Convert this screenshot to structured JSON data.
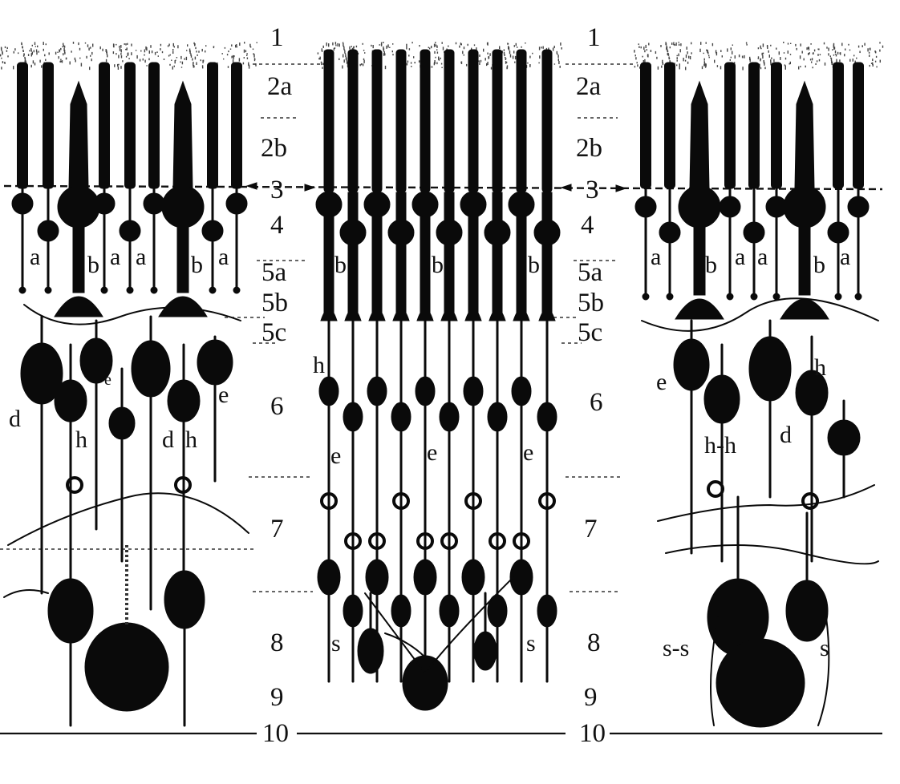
{
  "layer_labels_left": [
    "1",
    "2a",
    "2b",
    "3",
    "4",
    "5a",
    "5b",
    "5c",
    "6",
    "7",
    "8",
    "9",
    "10"
  ],
  "layer_labels_right": [
    "1",
    "2a",
    "2b",
    "3",
    "4",
    "5a",
    "5b",
    "5c",
    "6",
    "7",
    "8",
    "9",
    "10"
  ],
  "left_panel": {
    "labels": [
      "a",
      "b",
      "a",
      "a",
      "b",
      "a",
      "e",
      "d",
      "h",
      "d",
      "h",
      "e"
    ]
  },
  "middle_panel": {
    "labels": [
      "b",
      "b",
      "b",
      "h",
      "e",
      "e",
      "e",
      "s",
      "s"
    ]
  },
  "right_panel": {
    "labels": [
      "a",
      "b",
      "a",
      "a",
      "b",
      "a",
      "e",
      "h",
      "h-h",
      "d",
      "s-s",
      "s"
    ]
  }
}
